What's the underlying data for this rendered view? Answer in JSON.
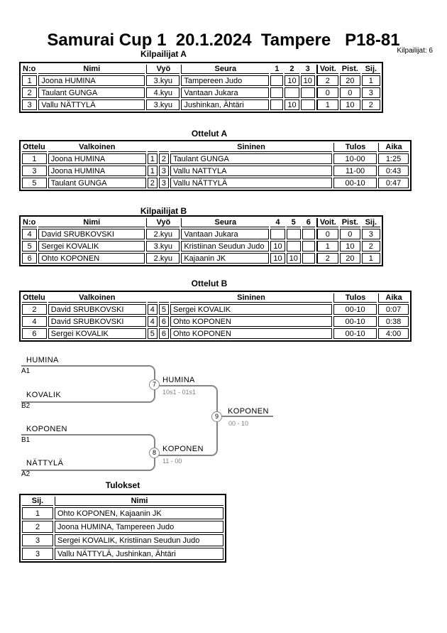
{
  "page": {
    "title": "Samurai Cup 1  20.1.2024  Tampere   P18-81",
    "competitors_note": "Kilpailijat: 6"
  },
  "colors": {
    "text": "#000000",
    "background": "#ffffff",
    "bracket_line": "#848484",
    "bracket_score_text": "#808080"
  },
  "tables": {
    "kilpailijat_a": {
      "label": "Kilpailijat A",
      "headers": {
        "no": "N:o",
        "nimi": "Nimi",
        "vyo": "Vyö",
        "seura": "Seura",
        "m1": "1",
        "m2": "2",
        "m3": "3",
        "voit": "Voit.",
        "pist": "Pist.",
        "sij": "Sij."
      },
      "rows": [
        {
          "no": "1",
          "nimi": "Joona HUMINA",
          "vyo": "3.kyu",
          "seura": "Tampereen Judo",
          "m1": "",
          "m2": "10",
          "m3": "10",
          "voit": "2",
          "pist": "20",
          "sij": "1"
        },
        {
          "no": "2",
          "nimi": "Taulant GUNGA",
          "vyo": "4.kyu",
          "seura": "Vantaan Jukara",
          "m1": "",
          "m2": "",
          "m3": "",
          "voit": "0",
          "pist": "0",
          "sij": "3"
        },
        {
          "no": "3",
          "nimi": "Vallu NÄTTYLÄ",
          "vyo": "3.kyu",
          "seura": "Jushinkan, Ähtäri",
          "m1": "",
          "m2": "10",
          "m3": "",
          "voit": "1",
          "pist": "10",
          "sij": "2"
        }
      ]
    },
    "ottelut_a": {
      "label": "Ottelut A",
      "headers": {
        "ottelu": "Ottelu",
        "valkoinen": "Valkoinen",
        "n1": "",
        "n2": "",
        "sininen": "Sininen",
        "tulos": "Tulos",
        "aika": "Aika"
      },
      "rows": [
        {
          "ottelu": "1",
          "valkoinen": "Joona HUMINA",
          "n1": "1",
          "n2": "2",
          "sininen": "Taulant GUNGA",
          "tulos": "10-00",
          "aika": "1:25"
        },
        {
          "ottelu": "3",
          "valkoinen": "Joona HUMINA",
          "n1": "1",
          "n2": "3",
          "sininen": "Vallu NATTYLA",
          "tulos": "11-00",
          "aika": "0:43"
        },
        {
          "ottelu": "5",
          "valkoinen": "Taulant GUNGA",
          "n1": "2",
          "n2": "3",
          "sininen": "Vallu NÄTTYLÄ",
          "tulos": "00-10",
          "aika": "0:47"
        }
      ]
    },
    "kilpailijat_b": {
      "label": "Kilpailijat B",
      "headers": {
        "no": "N:o",
        "nimi": "Nimi",
        "vyo": "Vyö",
        "seura": "Seura",
        "m1": "4",
        "m2": "5",
        "m3": "6",
        "voit": "Voit.",
        "pist": "Pist.",
        "sij": "Sij."
      },
      "rows": [
        {
          "no": "4",
          "nimi": "David SRUBKOVSKI",
          "vyo": "2.kyu",
          "seura": "Vantaan Jukara",
          "m1": "",
          "m2": "",
          "m3": "",
          "voit": "0",
          "pist": "0",
          "sij": "3"
        },
        {
          "no": "5",
          "nimi": "Sergei KOVALIK",
          "vyo": "3.kyu",
          "seura": "Kristiinan Seudun Judo",
          "m1": "10",
          "m2": "",
          "m3": "",
          "voit": "1",
          "pist": "10",
          "sij": "2"
        },
        {
          "no": "6",
          "nimi": "Ohto KOPONEN",
          "vyo": "2.kyu",
          "seura": "Kajaanin JK",
          "m1": "10",
          "m2": "10",
          "m3": "",
          "voit": "2",
          "pist": "20",
          "sij": "1"
        }
      ]
    },
    "ottelut_b": {
      "label": "Ottelut B",
      "headers": {
        "ottelu": "Ottelu",
        "valkoinen": "Valkoinen",
        "n1": "",
        "n2": "",
        "sininen": "Sininen",
        "tulos": "Tulos",
        "aika": "Aika"
      },
      "rows": [
        {
          "ottelu": "2",
          "valkoinen": "David SRUBKOVSKI",
          "n1": "4",
          "n2": "5",
          "sininen": "Sergei KOVALIK",
          "tulos": "00-10",
          "aika": "0:07"
        },
        {
          "ottelu": "4",
          "valkoinen": "David SRUBKOVSKI",
          "n1": "4",
          "n2": "6",
          "sininen": "Ohto KOPONEN",
          "tulos": "00-10",
          "aika": "0:38"
        },
        {
          "ottelu": "6",
          "valkoinen": "Sergei KOVALIK",
          "n1": "5",
          "n2": "6",
          "sininen": "Ohto KOPONEN",
          "tulos": "00-10",
          "aika": "4:00"
        }
      ]
    },
    "tulokset": {
      "label": "Tulokset",
      "headers": {
        "sij": "Sij.",
        "nimi": "Nimi"
      },
      "rows": [
        {
          "sij": "1",
          "nimi": "Ohto KOPONEN, Kajaanin JK"
        },
        {
          "sij": "2",
          "nimi": "Joona HUMINA, Tampereen Judo"
        },
        {
          "sij": "3",
          "nimi": "Sergei KOVALIK, Kristiinan Seudun Judo"
        },
        {
          "sij": "3",
          "nimi": "Vallu NÄTTYLÄ, Jushinkan, Ähtäri"
        }
      ]
    }
  },
  "bracket": {
    "seeds": [
      {
        "name": "HUMINA",
        "seed": "A1"
      },
      {
        "name": "KOVALIK",
        "seed": "B2"
      },
      {
        "name": "KOPONEN",
        "seed": "B1"
      },
      {
        "name": "NÄTTYLÄ",
        "seed": "A2"
      }
    ],
    "matches": [
      {
        "number": "7",
        "winner": "HUMINA",
        "score": "10s1 - 01s1"
      },
      {
        "number": "8",
        "winner": "KOPONEN",
        "score": "11 - 00"
      },
      {
        "number": "9",
        "winner": "KOPONEN",
        "score": "00 - 10"
      }
    ]
  }
}
